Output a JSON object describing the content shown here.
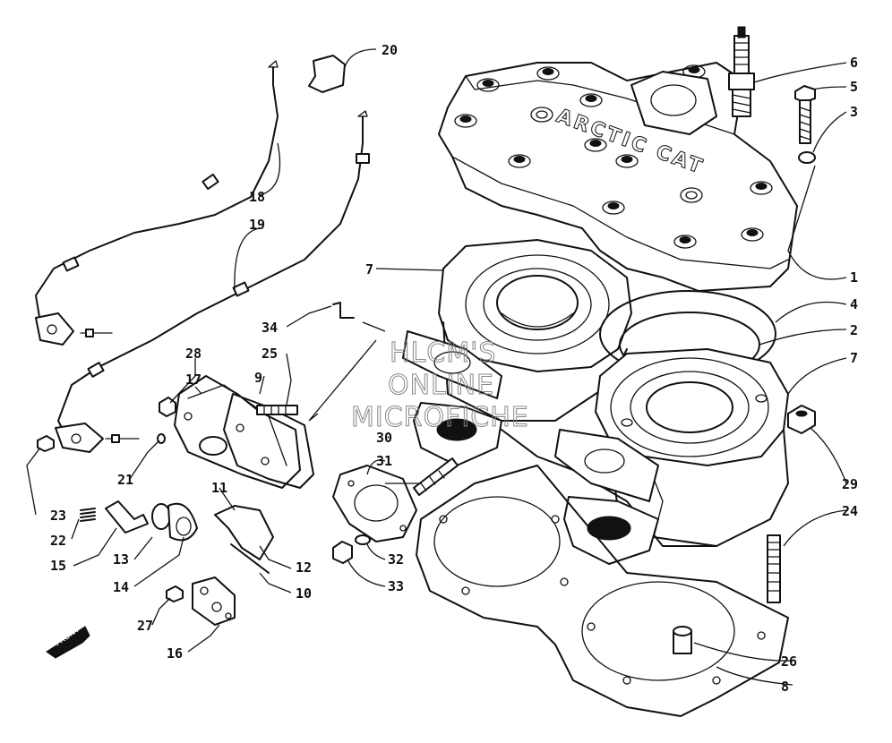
{
  "watermark": [
    "HLCM'S",
    "ONLINE",
    "MICROFICHE"
  ],
  "head_lettering": "ARCTIC CAT",
  "front_arrow_text": "FRONT",
  "callouts": {
    "c1": "1",
    "c2": "2",
    "c3": "3",
    "c4": "4",
    "c5": "5",
    "c6": "6",
    "c7a": "7",
    "c7b": "7",
    "c8": "8",
    "c9": "9",
    "c10": "10",
    "c11": "11",
    "c12": "12",
    "c13": "13",
    "c14": "14",
    "c15": "15",
    "c16": "16",
    "c17": "17",
    "c18": "18",
    "c19": "19",
    "c20": "20",
    "c21": "21",
    "c22": "22",
    "c23": "23",
    "c24": "24",
    "c25": "25",
    "c26": "26",
    "c27": "27",
    "c28": "28",
    "c29": "29",
    "c30": "30",
    "c31": "31",
    "c32": "32",
    "c33": "33",
    "c34": "34"
  }
}
